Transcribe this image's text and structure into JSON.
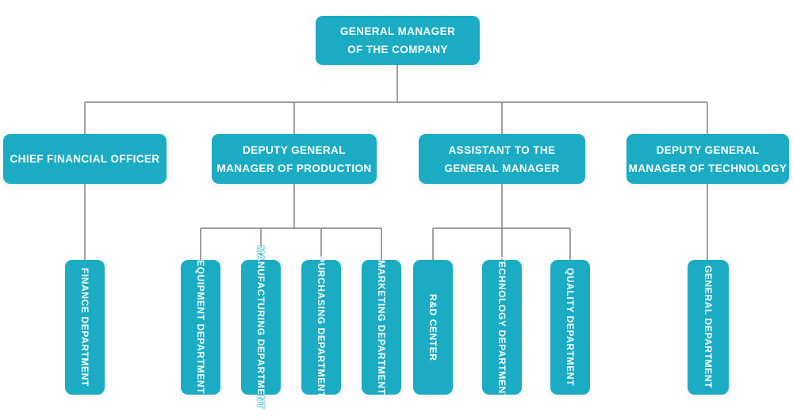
{
  "diagram": {
    "type": "org-chart",
    "colors": {
      "node_fill": "#1BACC4",
      "node_text": "#FFFFFF",
      "connector": "#8F8F8F",
      "background": "#FFFFFF"
    },
    "nodes": {
      "gm": {
        "label": "GENERAL MANAGER\nOF THE COMPANY"
      },
      "cfo": {
        "label": "CHIEF FINANCIAL OFFICER"
      },
      "dgm_production": {
        "label": "DEPUTY GENERAL\nMANAGER OF PRODUCTION"
      },
      "assistant_gm": {
        "label": "ASSISTANT TO THE\nGENERAL MANAGER"
      },
      "dgm_technology": {
        "label": "DEPUTY GENERAL\nMANAGER OF TECHNOLOGY"
      },
      "finance": {
        "label": "FINANCE DEPARTMENT"
      },
      "equipment": {
        "label": "EQUIPMENT DEPARTMENT"
      },
      "manufacturing": {
        "label": "MANUFACTURING DEPARTMENT"
      },
      "purchasing": {
        "label": "PURCHASING DEPARTMENT"
      },
      "marketing": {
        "label": "MARKETING DEPARTMENT"
      },
      "rd_center": {
        "label": "R&D CENTER"
      },
      "technology": {
        "label": "TECHNOLOGY DEPARTMENT"
      },
      "quality": {
        "label": "QUALITY DEPARTMENT"
      },
      "general": {
        "label": "GENERAL DEPARTMENT"
      }
    },
    "hierarchy": {
      "gm": [
        "cfo",
        "dgm_production",
        "assistant_gm",
        "dgm_technology"
      ],
      "cfo": [
        "finance"
      ],
      "dgm_production": [
        "equipment",
        "manufacturing",
        "purchasing",
        "marketing"
      ],
      "assistant_gm": [
        "rd_center",
        "technology",
        "quality"
      ],
      "dgm_technology": [
        "general"
      ]
    }
  }
}
